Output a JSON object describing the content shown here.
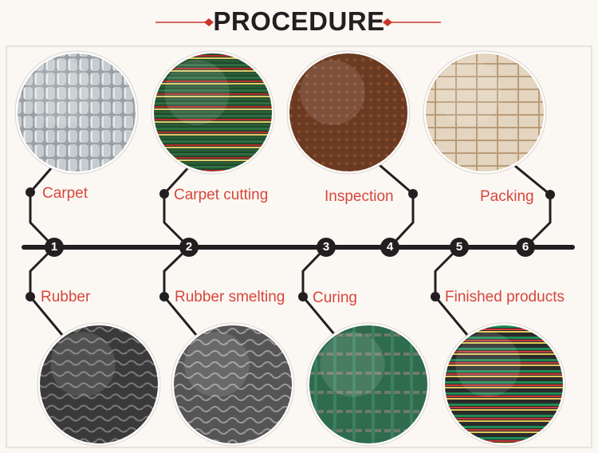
{
  "title": "PROCEDURE",
  "colors": {
    "title_text": "#231f20",
    "accent_red": "#d8463a",
    "ornament_red": "#c8352a",
    "line": "#231f20",
    "background": "#fbf8f4",
    "frame": "#e9e2dc"
  },
  "top_steps": [
    {
      "label": "Carpet",
      "photo": "carpet-rolls-photo"
    },
    {
      "label": "Carpet cutting",
      "photo": "carpet-cutting-photo"
    },
    {
      "label": "Inspection",
      "photo": "inspection-photo"
    },
    {
      "label": "Packing",
      "photo": "packing-boxes-photo"
    }
  ],
  "bottom_steps": [
    {
      "label": "Rubber",
      "photo": "rubber-sheets-photo"
    },
    {
      "label": "Rubber smelting",
      "photo": "rubber-smelting-photo"
    },
    {
      "label": "Curing",
      "photo": "curing-press-photo"
    },
    {
      "label": "Finished products",
      "photo": "finished-mats-photo"
    }
  ],
  "numbers": [
    "1",
    "2",
    "3",
    "4",
    "5",
    "6"
  ]
}
